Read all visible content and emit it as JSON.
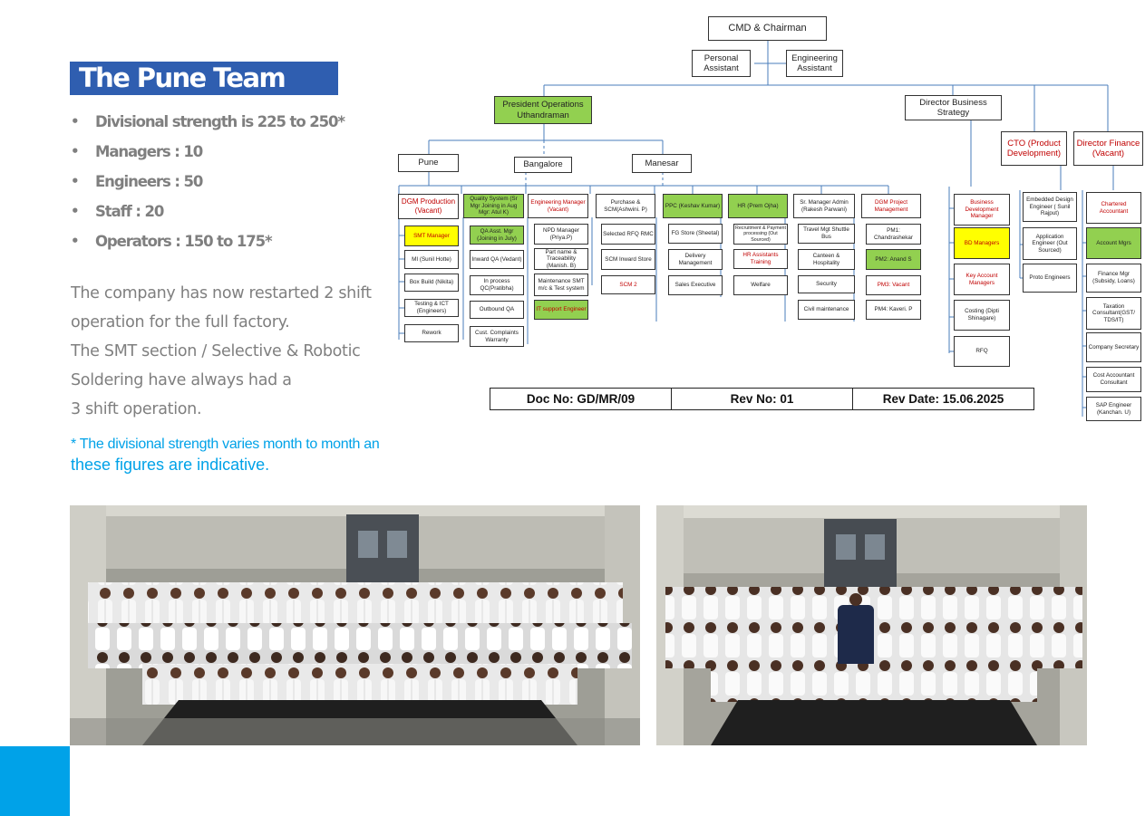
{
  "title": "The Pune Team",
  "bullets": [
    "Divisional strength is 225 to 250*",
    "Managers : 10",
    "Engineers : 50",
    "Staff : 20",
    "Operators : 150 to 175*"
  ],
  "paragraph": [
    "The company has now restarted 2 shift",
    "operation for the full factory.",
    "The SMT section / Selective & Robotic",
    "Soldering have always had a",
    "3 shift operation."
  ],
  "note": [
    "* The divisional strength varies month to month an",
    "these figures are indicative."
  ],
  "org": {
    "cmd": "CMD & Chairman",
    "pa": "Personal Assistant",
    "ea": "Engineering Assistant",
    "pres": "President Operations Uthandraman",
    "dbs": "Director Business Strategy",
    "cto": "CTO (Product Development)",
    "dirfin": "Director Finance (Vacant)",
    "pune": "Pune",
    "bangalore": "Bangalore",
    "manesar": "Manesar",
    "c1": [
      "DGM Production (Vacant)",
      "SMT Manager",
      "MI (Sunil Hotte)",
      "Box Build (Nikita)",
      "Testing & ICT (Engineers)",
      "Rework"
    ],
    "c2": [
      "Quality System (Sr Mgr Joining in Aug Mgr: Atul K)",
      "QA Asst. Mgr (Joining in July)",
      "Inward QA (Vedant)",
      "In process QC(Pratibha)",
      "Outbound QA",
      "Cust. Complaints Warranty"
    ],
    "c3": [
      "Engineering Manager (Vacant)",
      "NPD Manager (Priya.P)",
      "Part name & Traceability (Manish. B)",
      "Maintenance SMT m/c & Test system",
      "IT support Engineer"
    ],
    "c4": [
      "Purchase & SCM(Ashwini. P)",
      "Selected RFQ RMC",
      "SCM Inward Store",
      "SCM 2"
    ],
    "c5": [
      "PPC (Keshav Kumar)",
      "FG Store (Sheetal)",
      "Delivery Management",
      "Sales Executive"
    ],
    "c6": [
      "HR (Prem Ojha)",
      "Recruitment & Payment processing (Out Sourced)",
      "HR Assistants Training",
      "Welfare"
    ],
    "c7": [
      "Sr. Manager Admin (Rakesh Parwani)",
      "Travel Mgt Shuttle Bus",
      "Canteen & Hospitality",
      "Security",
      "Civil maintenance"
    ],
    "c8": [
      "DGM Project Management",
      "PM1: Chandrashekar",
      "PM2: Anand S",
      "PM3: Vacant",
      "PM4: Kaveri. P"
    ],
    "c9": [
      "Business Development Manager",
      "BD Managers",
      "Key Account Managers",
      "Costing (Dipti Shinagare)",
      "RFQ"
    ],
    "c10": [
      "Embedded Design Engineer ( Sunil Rajput)",
      "Application Engineer (Out Sourced)",
      "Proto Engineers"
    ],
    "c11": [
      "Chartered Accountant",
      "Account Mgrs",
      "Finance Mgr (Subsidy, Loans)",
      "Taxation Consultant(GST/ TDS/IT)",
      "Company Secretary",
      "Cost Accountant Consultant",
      "SAP Engineer (Kanchan. U)"
    ],
    "doc_no": "Doc No: GD/MR/09",
    "rev_no": "Rev No: 01",
    "rev_date": "Rev Date: 15.06.2025"
  },
  "colors": {
    "title_bg": "#2f5eb0",
    "accent_blue": "#00a2e8",
    "org_green": "#92d050",
    "org_yellow": "#ffff00",
    "org_red": "#c00000",
    "connector": "#4a7ebb"
  }
}
